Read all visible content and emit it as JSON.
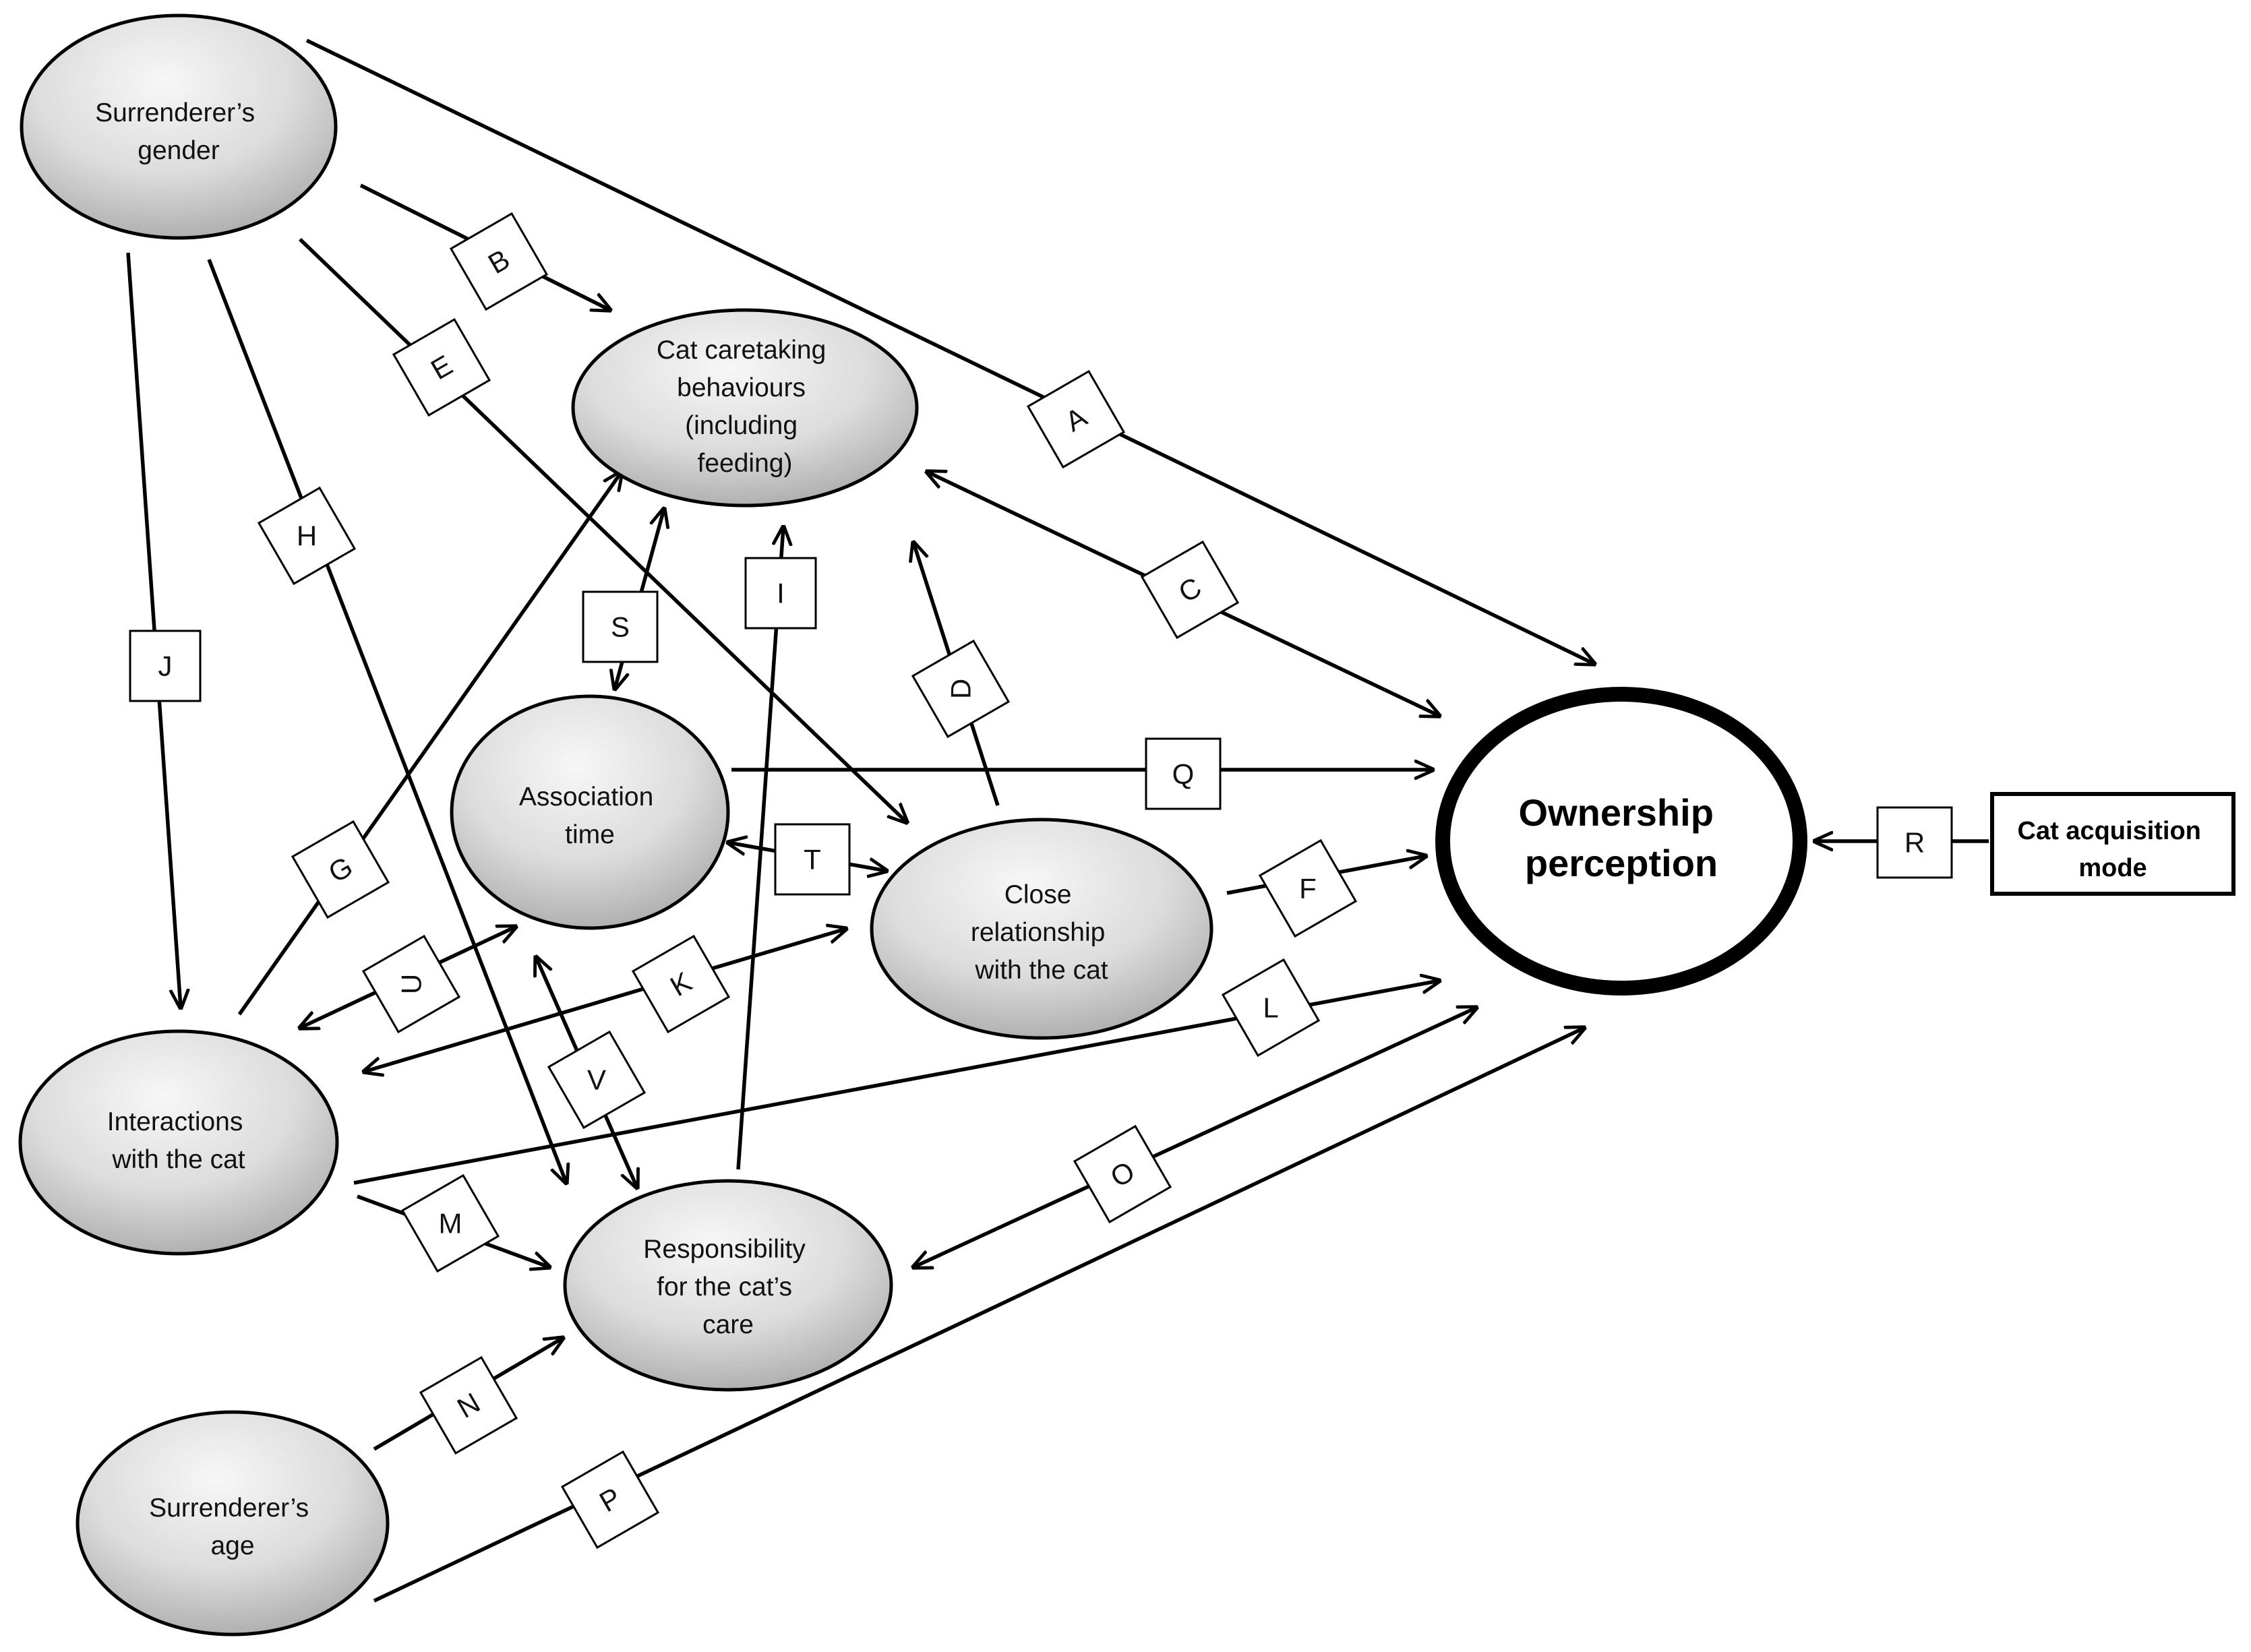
{
  "nodes": {
    "gender": [
      "Surrenderer’s",
      "gender"
    ],
    "caretaking": [
      "Cat caretaking",
      "behaviours",
      "(including",
      "feeding)"
    ],
    "association": [
      "Association",
      "time"
    ],
    "close": [
      "Close",
      "relationship",
      "with the cat"
    ],
    "interactions": [
      "Interactions",
      "with the cat"
    ],
    "responsibility": [
      "Responsibility",
      "for the cat’s",
      "care"
    ],
    "age": [
      "Surrenderer’s",
      "age"
    ],
    "ownership": [
      "Ownership",
      "perception"
    ],
    "acquisition": [
      "Cat acquisition",
      "mode"
    ]
  },
  "edges": [
    {
      "label": "A",
      "from": "Surrenderer’s gender",
      "to": "Ownership perception",
      "direction": "one-way"
    },
    {
      "label": "B",
      "from": "Surrenderer’s gender",
      "to": "Cat caretaking behaviours (including feeding)",
      "direction": "one-way"
    },
    {
      "label": "C",
      "from": "Cat caretaking behaviours (including feeding)",
      "to": "Ownership perception",
      "direction": "two-way"
    },
    {
      "label": "D",
      "from": "Close relationship with the cat",
      "to": "Cat caretaking behaviours (including feeding)",
      "direction": "one-way"
    },
    {
      "label": "E",
      "from": "Surrenderer’s gender",
      "to": "Close relationship with the cat",
      "direction": "one-way"
    },
    {
      "label": "F",
      "from": "Close relationship with the cat",
      "to": "Ownership perception",
      "direction": "one-way"
    },
    {
      "label": "G",
      "from": "Interactions with the cat",
      "to": "Cat caretaking behaviours (including feeding)",
      "direction": "one-way"
    },
    {
      "label": "H",
      "from": "Surrenderer’s gender",
      "to": "Responsibility for the cat’s care",
      "direction": "one-way"
    },
    {
      "label": "I",
      "from": "Responsibility for the cat’s care",
      "to": "Cat caretaking behaviours (including feeding)",
      "direction": "one-way"
    },
    {
      "label": "J",
      "from": "Surrenderer’s gender",
      "to": "Interactions with the cat",
      "direction": "one-way"
    },
    {
      "label": "K",
      "from": "Interactions with the cat",
      "to": "Close relationship with the cat",
      "direction": "two-way"
    },
    {
      "label": "L",
      "from": "Interactions with the cat",
      "to": "Ownership perception",
      "direction": "one-way"
    },
    {
      "label": "M",
      "from": "Interactions with the cat",
      "to": "Responsibility for the cat’s care",
      "direction": "one-way"
    },
    {
      "label": "N",
      "from": "Surrenderer’s age",
      "to": "Responsibility for the cat’s care",
      "direction": "one-way"
    },
    {
      "label": "O",
      "from": "Responsibility for the cat’s care",
      "to": "Ownership perception",
      "direction": "two-way"
    },
    {
      "label": "P",
      "from": "Surrenderer’s age",
      "to": "Ownership perception",
      "direction": "one-way"
    },
    {
      "label": "Q",
      "from": "Association time",
      "to": "Ownership perception",
      "direction": "one-way"
    },
    {
      "label": "R",
      "from": "Cat acquisition mode",
      "to": "Ownership perception",
      "direction": "one-way"
    },
    {
      "label": "S",
      "from": "Association time",
      "to": "Cat caretaking behaviours (including feeding)",
      "direction": "two-way"
    },
    {
      "label": "T",
      "from": "Association time",
      "to": "Close relationship with the cat",
      "direction": "two-way"
    },
    {
      "label": "U",
      "from": "Interactions with the cat",
      "to": "Association time",
      "direction": "two-way"
    },
    {
      "label": "V",
      "from": "Association time",
      "to": "Responsibility for the cat’s care",
      "direction": "two-way"
    }
  ]
}
